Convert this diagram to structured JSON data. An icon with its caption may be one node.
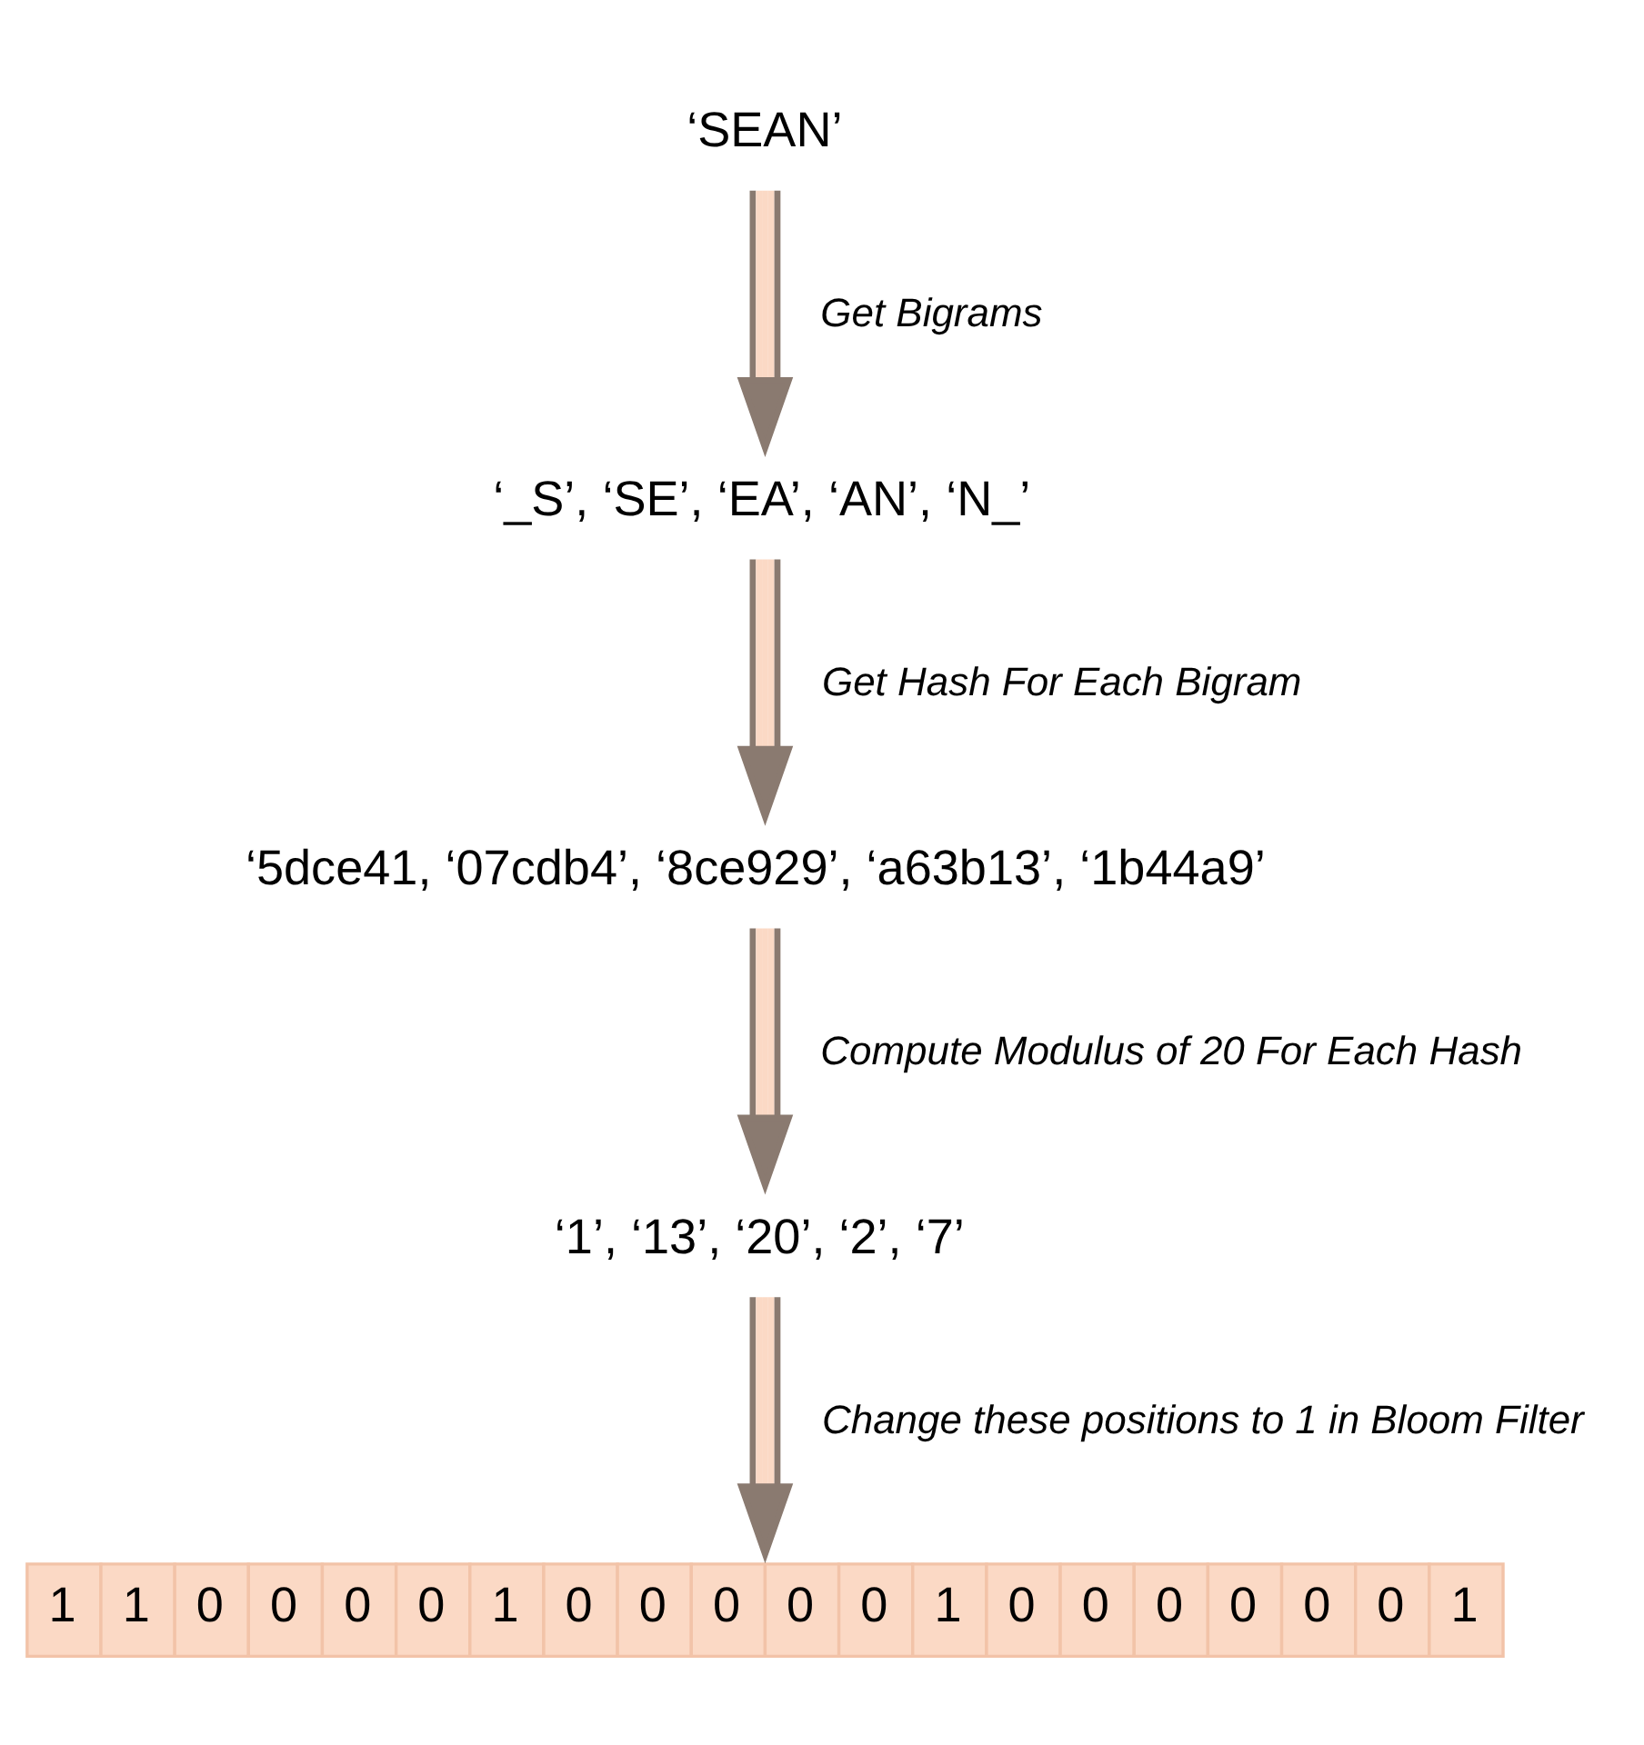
{
  "diagram": {
    "nodes": [
      {
        "text": [
          "‘SEAN’"
        ]
      },
      {
        "text": [
          "‘_S’, ‘SE’, ‘EA’, ‘AN’, ‘N_’"
        ]
      },
      {
        "text": [
          "‘5dce41, ‘07cdb4’, ‘8ce929’, ‘a63b13’, ‘1b44a9’"
        ]
      },
      {
        "text": [
          "‘1’, ‘13’, ‘20’, ‘2’, ‘7’"
        ]
      },
      {
        "text": [
          "1",
          "1",
          "0",
          "0",
          "0",
          "0",
          "1",
          "0",
          "0",
          "0",
          "0",
          "0",
          "1",
          "0",
          "0",
          "0",
          "0",
          "0",
          "0",
          "1"
        ]
      }
    ],
    "edges": [
      {
        "from": 0,
        "to": 1,
        "arrow": "to",
        "label": "Get Bigrams"
      },
      {
        "from": 1,
        "to": 2,
        "arrow": "to",
        "label": "Get Hash For Each Bigram"
      },
      {
        "from": 2,
        "to": 3,
        "arrow": "to",
        "label": "Compute Modulus of 20 For Each Hash"
      },
      {
        "from": 3,
        "to": 4,
        "arrow": "to",
        "label": "Change these positions to 1 in Bloom Filter"
      }
    ]
  }
}
